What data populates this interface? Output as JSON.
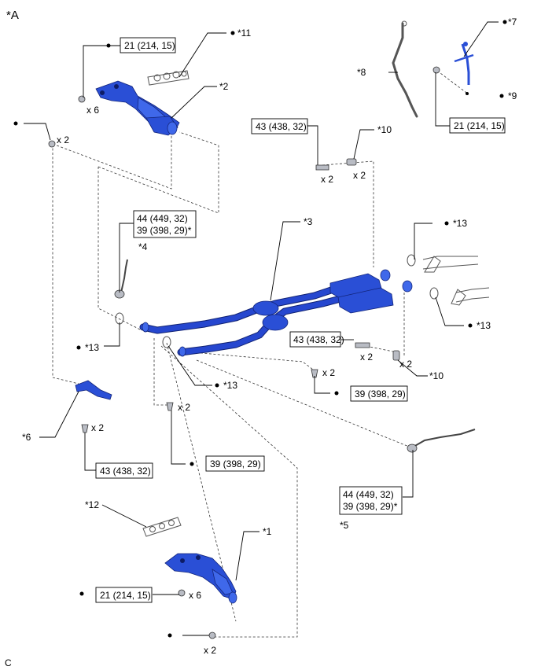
{
  "view_label": "*A",
  "corner_code": "C",
  "part_labels": {
    "p1": "*1",
    "p2": "*2",
    "p3": "*3",
    "p4": "*4",
    "p5": "*5",
    "p6": "*6",
    "p7": "*7",
    "p8": "*8",
    "p9": "*9",
    "p10a": "*10",
    "p10b": "*10",
    "p11": "*11",
    "p12": "*12",
    "p13a": "*13",
    "p13b": "*13",
    "p13c": "*13",
    "p13d": "*13"
  },
  "torque": {
    "t_top_manifold": "21 (214, 15)",
    "t_top_right": "21 (214, 15)",
    "t_bolt_upper": "43 (438, 32)",
    "t_sensor4_line1": "44 (449, 32)",
    "t_sensor4_line2": "39 (398, 29)*",
    "t_bolt_mid": "43 (438, 32)",
    "t_mid_39a": "39 (398, 29)",
    "t_mid_39b": "39 (398, 29)",
    "t_left_43": "43 (438, 32)",
    "t_sensor5_line1": "44 (449, 32)",
    "t_sensor5_line2": "39 (398, 29)*",
    "t_bottom_manifold": "21 (214, 15)"
  },
  "quantities": {
    "q_top_x6": "x 6",
    "q_left_x2": "x 2",
    "q_bolt_x2": "x 2",
    "q_stud_x2": "x 2",
    "q_mid_bolt_x2": "x 2",
    "q_mid_stud_x2": "x 2",
    "q_nut_x2": "x 2",
    "q_left_bolt_x2": "x 2",
    "q_bracket_x2": "x 2",
    "q_bottom_x6": "x 6",
    "q_bottom_x2": "x 2"
  },
  "colors": {
    "part": "#2a4fd6",
    "part_outline": "#13257a"
  }
}
